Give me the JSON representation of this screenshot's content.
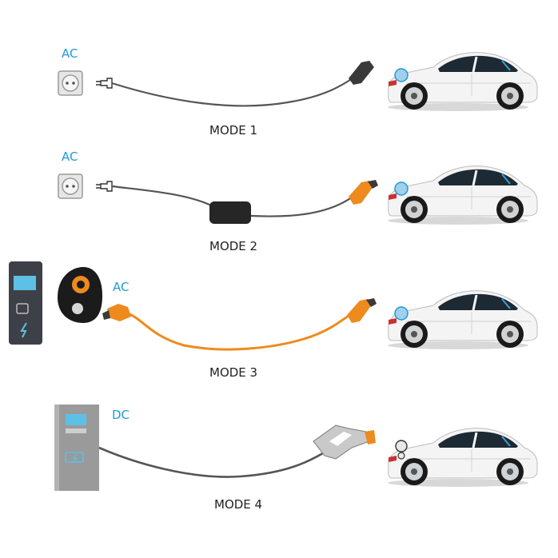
{
  "modes": [
    {
      "label": "MODE 1",
      "current": "AC"
    },
    {
      "label": "MODE 2",
      "current": "AC"
    },
    {
      "label": "MODE 3",
      "current": "AC"
    },
    {
      "label": "MODE 4",
      "current": "DC"
    }
  ],
  "colors": {
    "ac_blue": "#1f9ad6",
    "cable_gray": "#555555",
    "cable_orange": "#ee8a1e",
    "car_body": "#f4f4f4",
    "glass": "#1d2a33",
    "station_gray": "#9a9a9a",
    "wallbox_dark": "#3d4147"
  },
  "icons": [
    "power-socket-icon",
    "plug-icon",
    "control-box-icon",
    "ev-car-icon",
    "wallbox-icon",
    "charging-station-icon",
    "battery-icon",
    "lightning-icon",
    "charging-port-icon"
  ]
}
